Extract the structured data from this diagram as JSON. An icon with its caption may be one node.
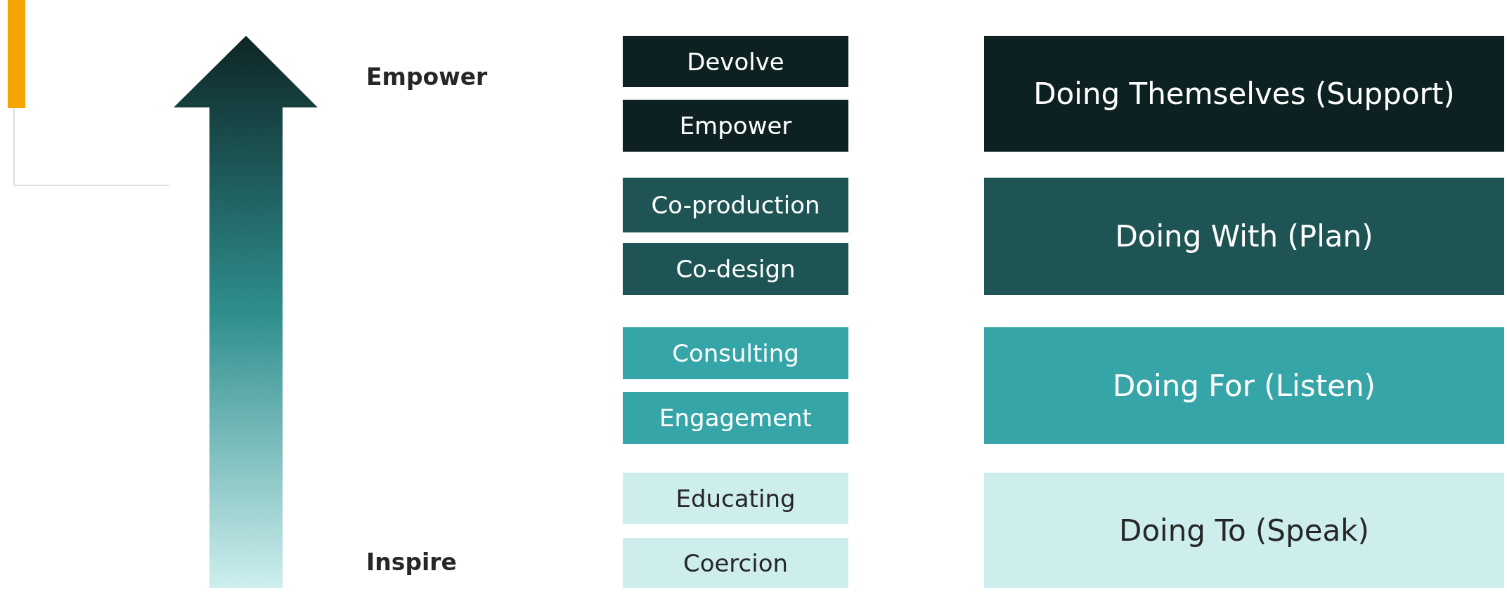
{
  "diagram": {
    "nodes": [
      {
        "text": [
          "Devolve"
        ]
      },
      {
        "text": [
          "Empower"
        ]
      },
      {
        "text": [
          "Co-production"
        ]
      },
      {
        "text": [
          "Co-design"
        ]
      },
      {
        "text": [
          "Consulting"
        ]
      },
      {
        "text": [
          "Engagement"
        ]
      },
      {
        "text": [
          "Educating"
        ]
      },
      {
        "text": [
          "Coercion"
        ]
      },
      {
        "text": [
          "Doing Themselves (Support)"
        ]
      },
      {
        "text": [
          "Doing With (Plan)"
        ]
      },
      {
        "text": [
          "Doing For (Listen)"
        ]
      },
      {
        "text": [
          "Doing To (Speak)"
        ]
      }
    ],
    "labels": [
      "Empower",
      "Inspire"
    ]
  }
}
